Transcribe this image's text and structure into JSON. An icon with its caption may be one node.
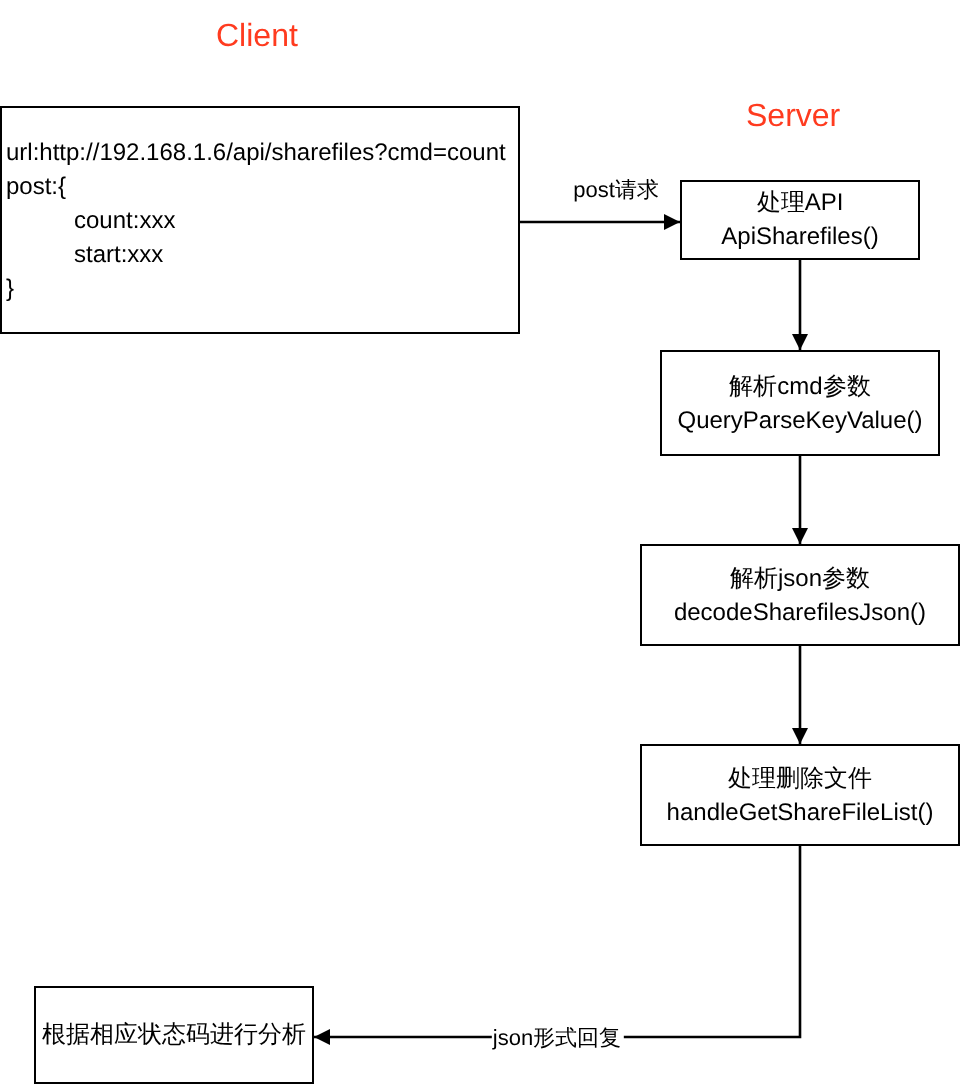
{
  "diagram": {
    "nodes": [
      {
        "text": [
          "url:http://192.168.1.6/api/sharefiles?cmd=count",
          "post:{",
          "count:xxx",
          "start:xxx",
          "}"
        ]
      },
      {
        "text": [
          "处理API",
          "ApiSharefiles()"
        ]
      },
      {
        "text": [
          "解析cmd参数",
          "QueryParseKeyValue()"
        ]
      },
      {
        "text": [
          "解析json参数",
          "decodeSharefilesJson()"
        ]
      },
      {
        "text": [
          "处理删除文件",
          "handleGetShareFileList()"
        ]
      },
      {
        "text": [
          "根据相应状态码进行分析"
        ]
      }
    ],
    "edges": [
      {
        "from": 0,
        "to": 1,
        "arrow": "to",
        "label": "post请求"
      },
      {
        "from": 1,
        "to": 2,
        "arrow": "to"
      },
      {
        "from": 2,
        "to": 3,
        "arrow": "to"
      },
      {
        "from": 3,
        "to": 4,
        "arrow": "to"
      },
      {
        "from": 4,
        "to": 5,
        "arrow": "to",
        "label": "json形式回复"
      }
    ],
    "labels": [
      "Client",
      "Server"
    ]
  }
}
